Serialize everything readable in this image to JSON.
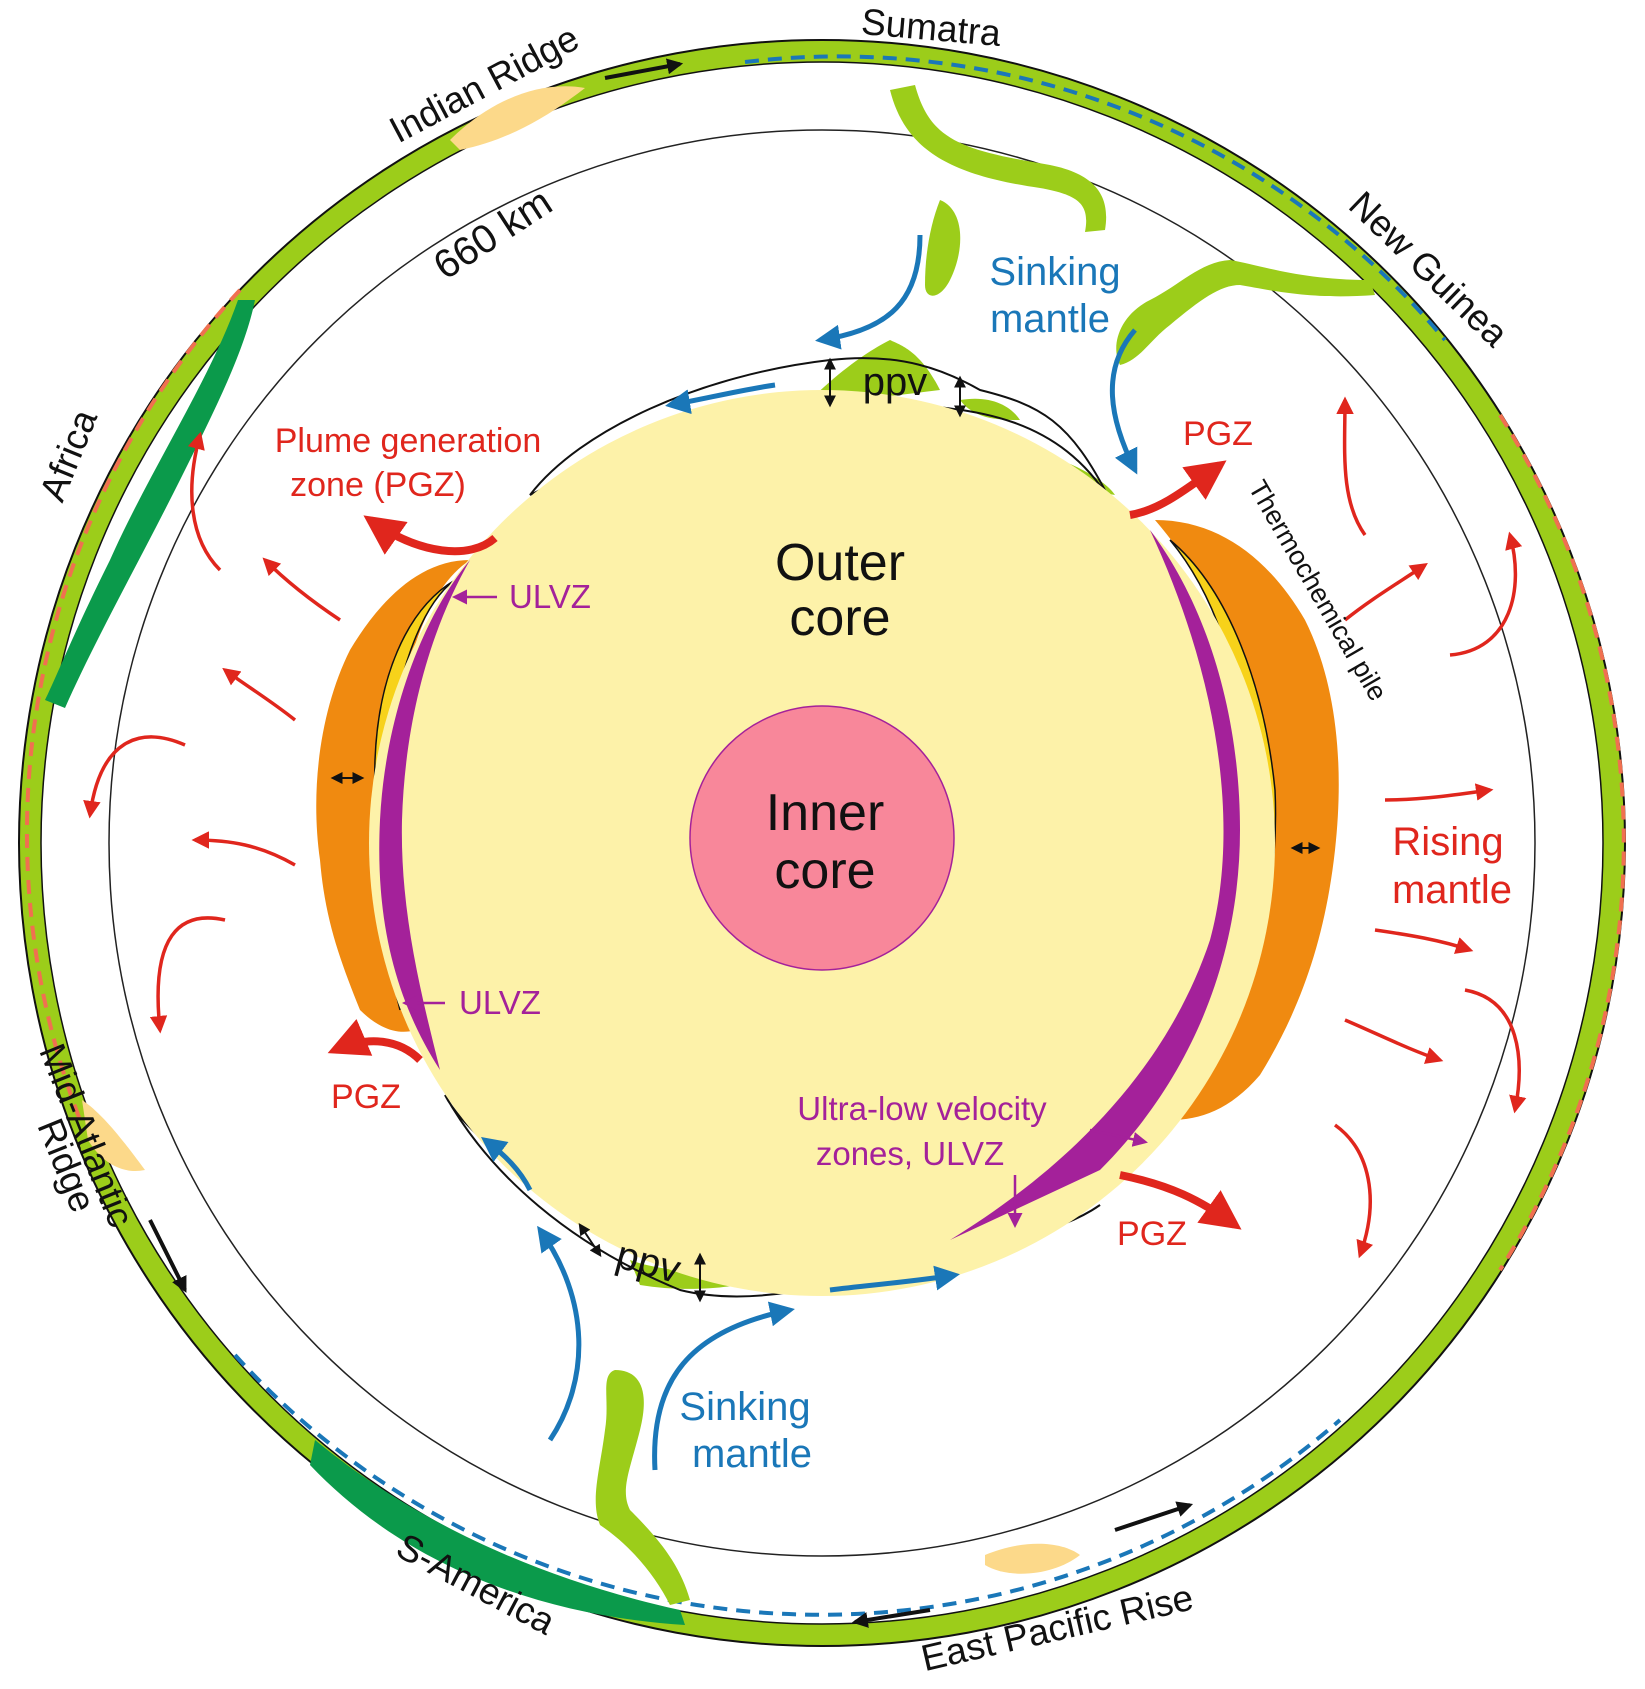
{
  "labels": {
    "inner_core": [
      "Inner",
      "core"
    ],
    "outer_core": [
      "Outer",
      "core"
    ],
    "depth_660": "660 km",
    "sinking_mantle_top": [
      "Sinking",
      "mantle"
    ],
    "sinking_mantle_bottom": [
      "Sinking",
      "mantle"
    ],
    "rising_mantle": [
      "Rising",
      "mantle"
    ],
    "plume_generation_zone": [
      "Plume generation",
      "zone (PGZ)"
    ],
    "pgz": "PGZ",
    "ulvz": "ULVZ",
    "ulvz_full": [
      "Ultra-low velocity",
      "zones, ULVZ"
    ],
    "thermochemical_pile": "Thermochemical pile",
    "ppv": "ppv"
  },
  "geography": {
    "sumatra": "Sumatra",
    "new_guinea": "New Guinea",
    "indian_ridge": "Indian Ridge",
    "africa": "Africa",
    "mid_atlantic_ridge": [
      "Mid-Atlantic",
      "Ridge"
    ],
    "s_america": "S-America",
    "east_pacific_rise": "East Pacific Rise"
  },
  "colors": {
    "inner_core": "#f8879a",
    "outer_core": "#fdf2a9",
    "lithosphere": "#9ccd1a",
    "continent": "#0b9a4b",
    "ridge": "#fcd98a",
    "pile_outer": "#f08a10",
    "pile_inner": "#f7d21a",
    "ulvz": "#a4219a",
    "rising": "#e0261d",
    "sinking": "#1a77b8",
    "dashed_red": "#f07050",
    "dashed_blue": "#1a77b8"
  }
}
